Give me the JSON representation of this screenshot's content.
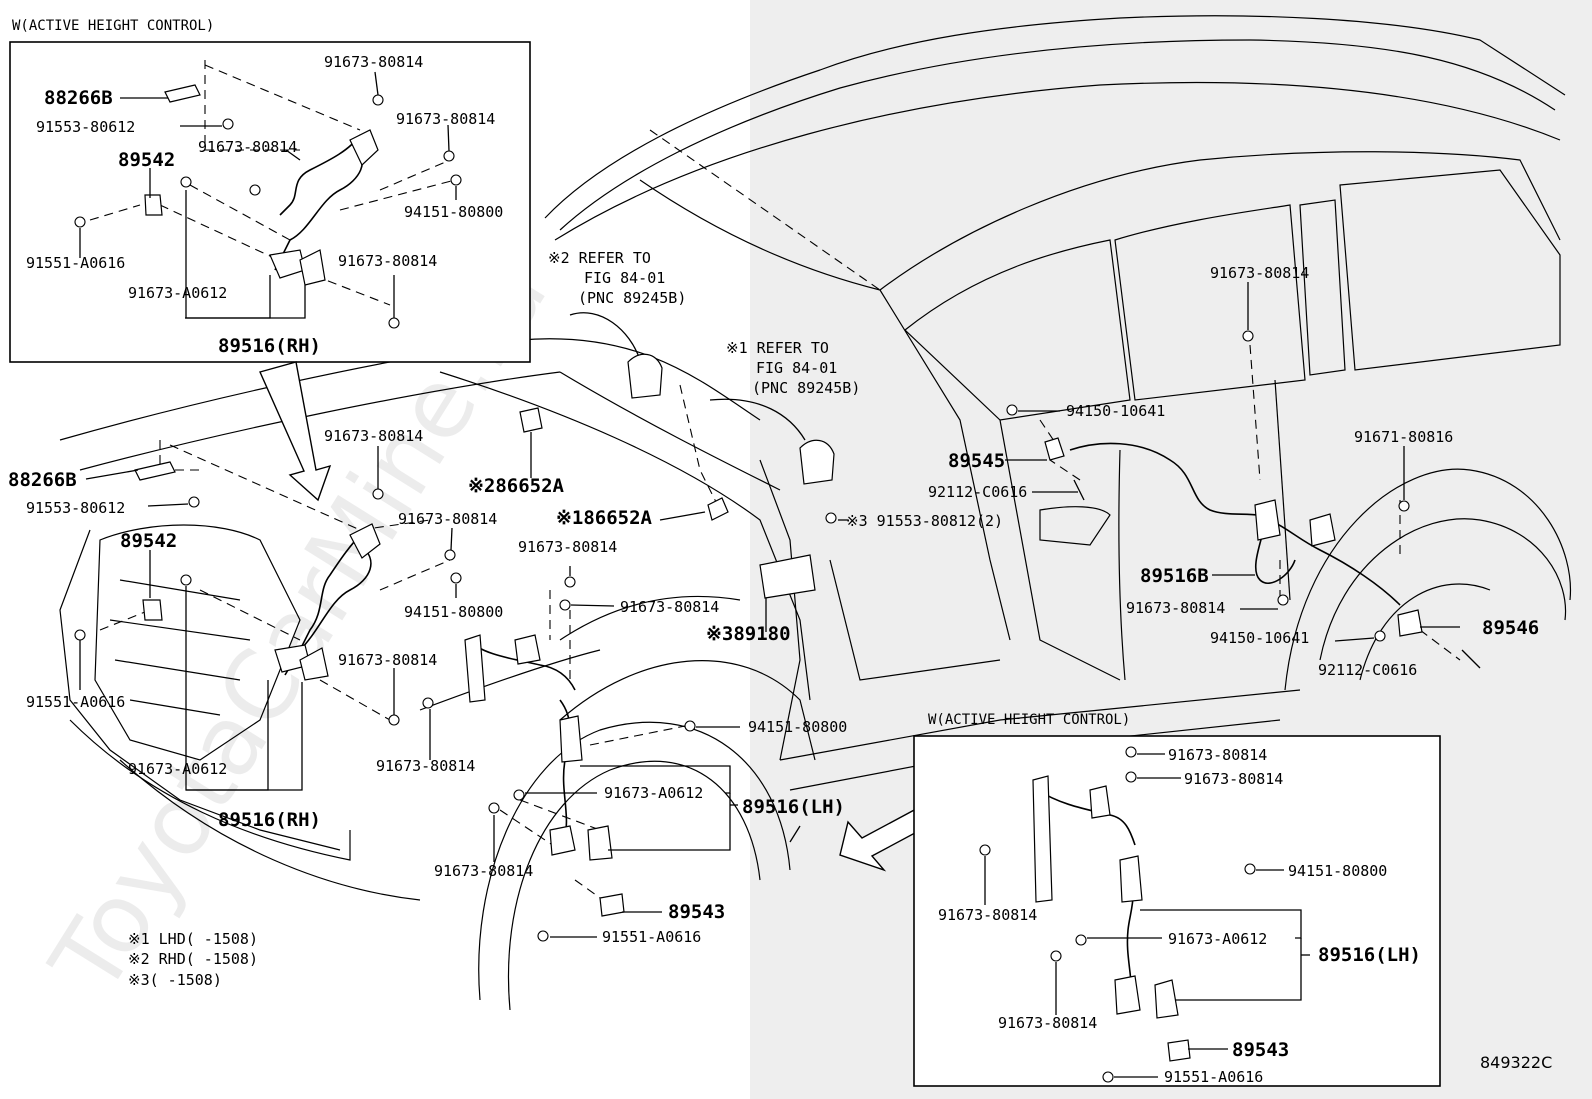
{
  "watermark": "ToyotaCarMine.ru",
  "diagram_code": "849322C",
  "inset_captions": {
    "top_left": "W(ACTIVE HEIGHT CONTROL)",
    "bottom_right": "W(ACTIVE HEIGHT CONTROL)"
  },
  "notes": {
    "n1": "※1 LHD(   -1508)",
    "n2": "※2 RHD(   -1508)",
    "n3": "※3(   -1508)"
  },
  "refs": {
    "ref2": [
      "※2 REFER TO",
      "FIG 84-01",
      "(PNC 89245B)"
    ],
    "ref1": [
      "※1 REFER TO",
      "FIG 84-01",
      "(PNC 89245B)"
    ]
  },
  "parts": {
    "p88266B": "88266B",
    "p91553_80612": "91553-80612",
    "p89542": "89542",
    "p91551_A0616": "91551-A0616",
    "p91673_A0612": "91673-A0612",
    "p89516RH": "89516(RH)",
    "p91673_80814": "91673-80814",
    "p94151_80800": "94151-80800",
    "p86652A_2": "※286652A",
    "p86652A_1": "※186652A",
    "p89180": "※389180",
    "p89516LH": "89516(LH)",
    "p89543": "89543",
    "p89545": "89545",
    "p94150_10641": "94150-10641",
    "p92112_C0616": "92112-C0616",
    "p91553_80812": "※3 91553-80812(2)",
    "p89516B": "89516B",
    "p91671_80816": "91671-80816",
    "p89546": "89546"
  }
}
